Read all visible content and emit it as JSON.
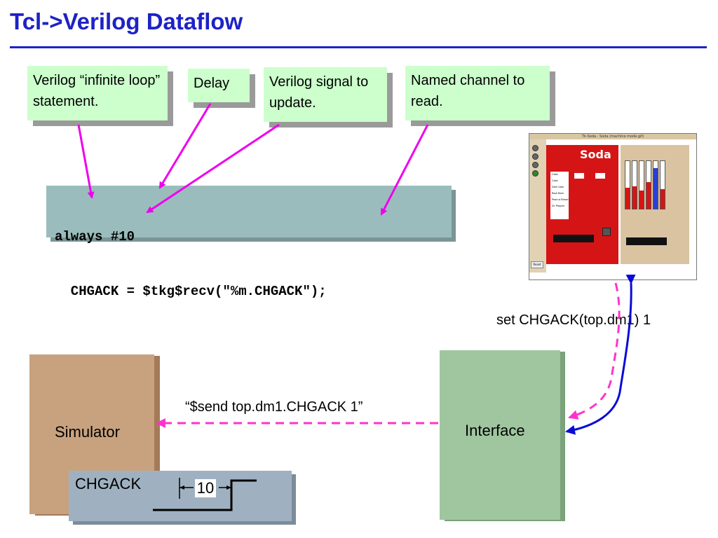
{
  "title": "Tcl->Verilog Dataflow",
  "callouts": {
    "infinite_loop": "Verilog “infinite loop” statement.",
    "delay": "Delay",
    "signal": "Verilog signal to update.",
    "channel": "Named channel to read."
  },
  "code": {
    "line1": "always #10",
    "line2": "  CHGACK = $tkg$recv(\"%m.CHGACK\");"
  },
  "simulator": {
    "label": "Simulator"
  },
  "chgack": {
    "label": "CHGACK",
    "delay": "10"
  },
  "interface": {
    "label": "Interface"
  },
  "send_message": "“$send top.dm1.CHGACK 1”",
  "set_message": "set CHGACK(top.dm1) 1",
  "vending_ui": {
    "window_title": "Tk-Soda - Soda (machine mode.gif)",
    "brand": "Soda",
    "menu_items": [
      "Coke",
      "Cake",
      "Diet Coke",
      "Root Beer",
      "Peanut Bread",
      "Dr. Pepper"
    ],
    "reset": "Reset"
  },
  "colors": {
    "title": "#1e22c6",
    "arrow_magenta": "#ee00ee",
    "arrow_dashed": "#ff33cc",
    "arrow_blue": "#0a0ad6"
  }
}
